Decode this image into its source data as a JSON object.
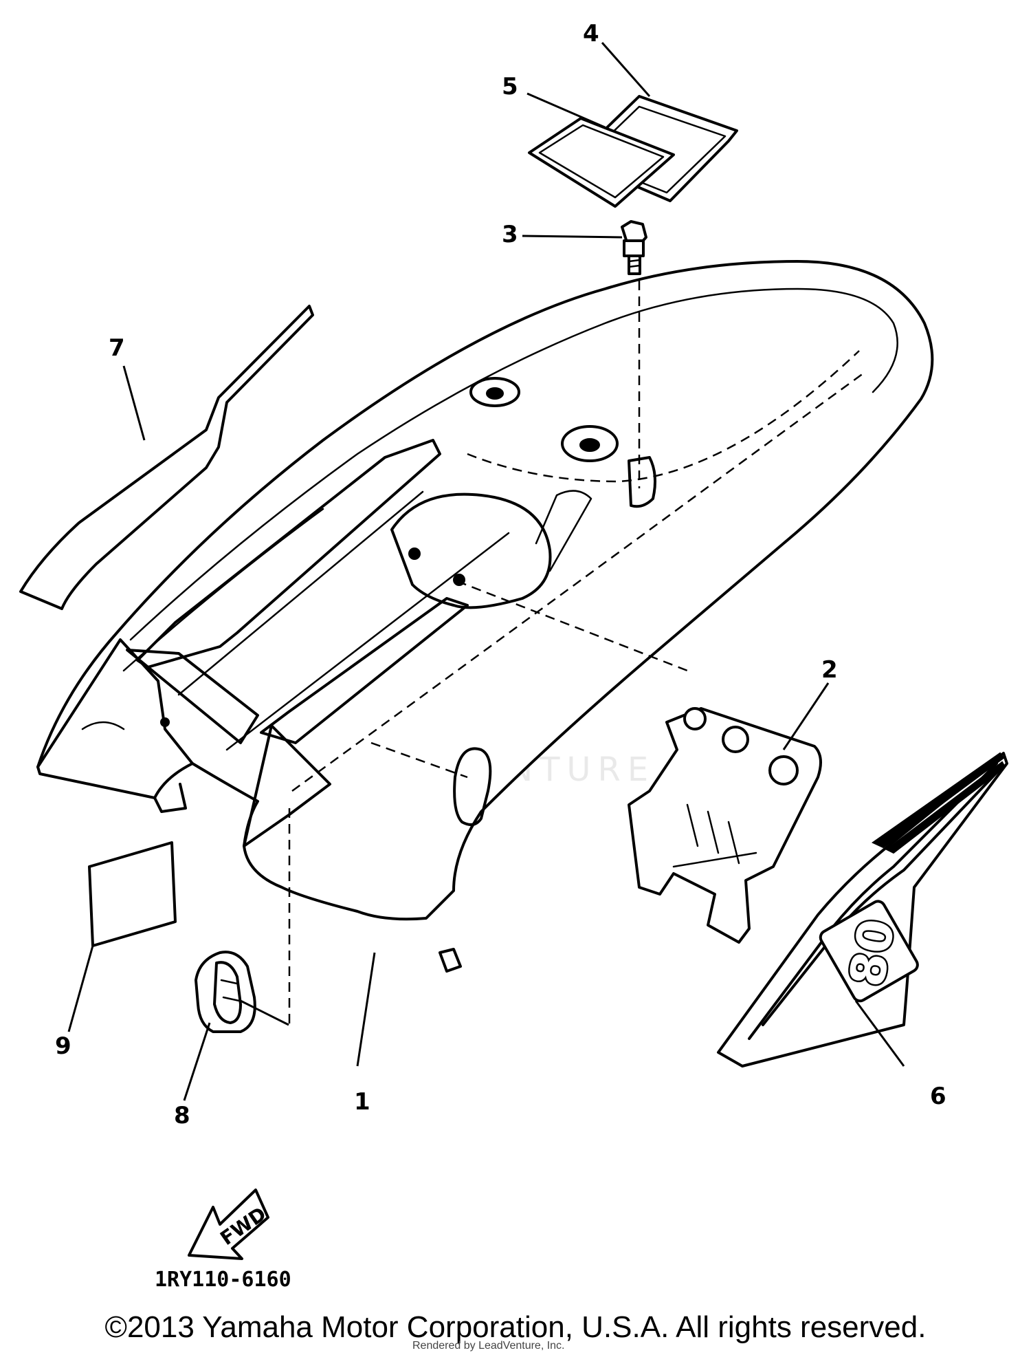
{
  "diagram": {
    "callouts": {
      "p1": "1",
      "p2": "2",
      "p3": "3",
      "p4": "4",
      "p5": "5",
      "p6": "6",
      "p7": "7",
      "p8": "8",
      "p9": "9"
    },
    "emblem_text": "80",
    "direction_arrow_label": "FWD",
    "drawing_code": "1RY110-6160"
  },
  "footer": {
    "copyright": "©2013 Yamaha Motor Corporation, U.S.A. All rights reserved.",
    "rendered_by": "Rendered by LeadVenture, Inc."
  },
  "watermark": {
    "logo": "leadventure-logo-icon",
    "color": "#d9d9d9"
  }
}
